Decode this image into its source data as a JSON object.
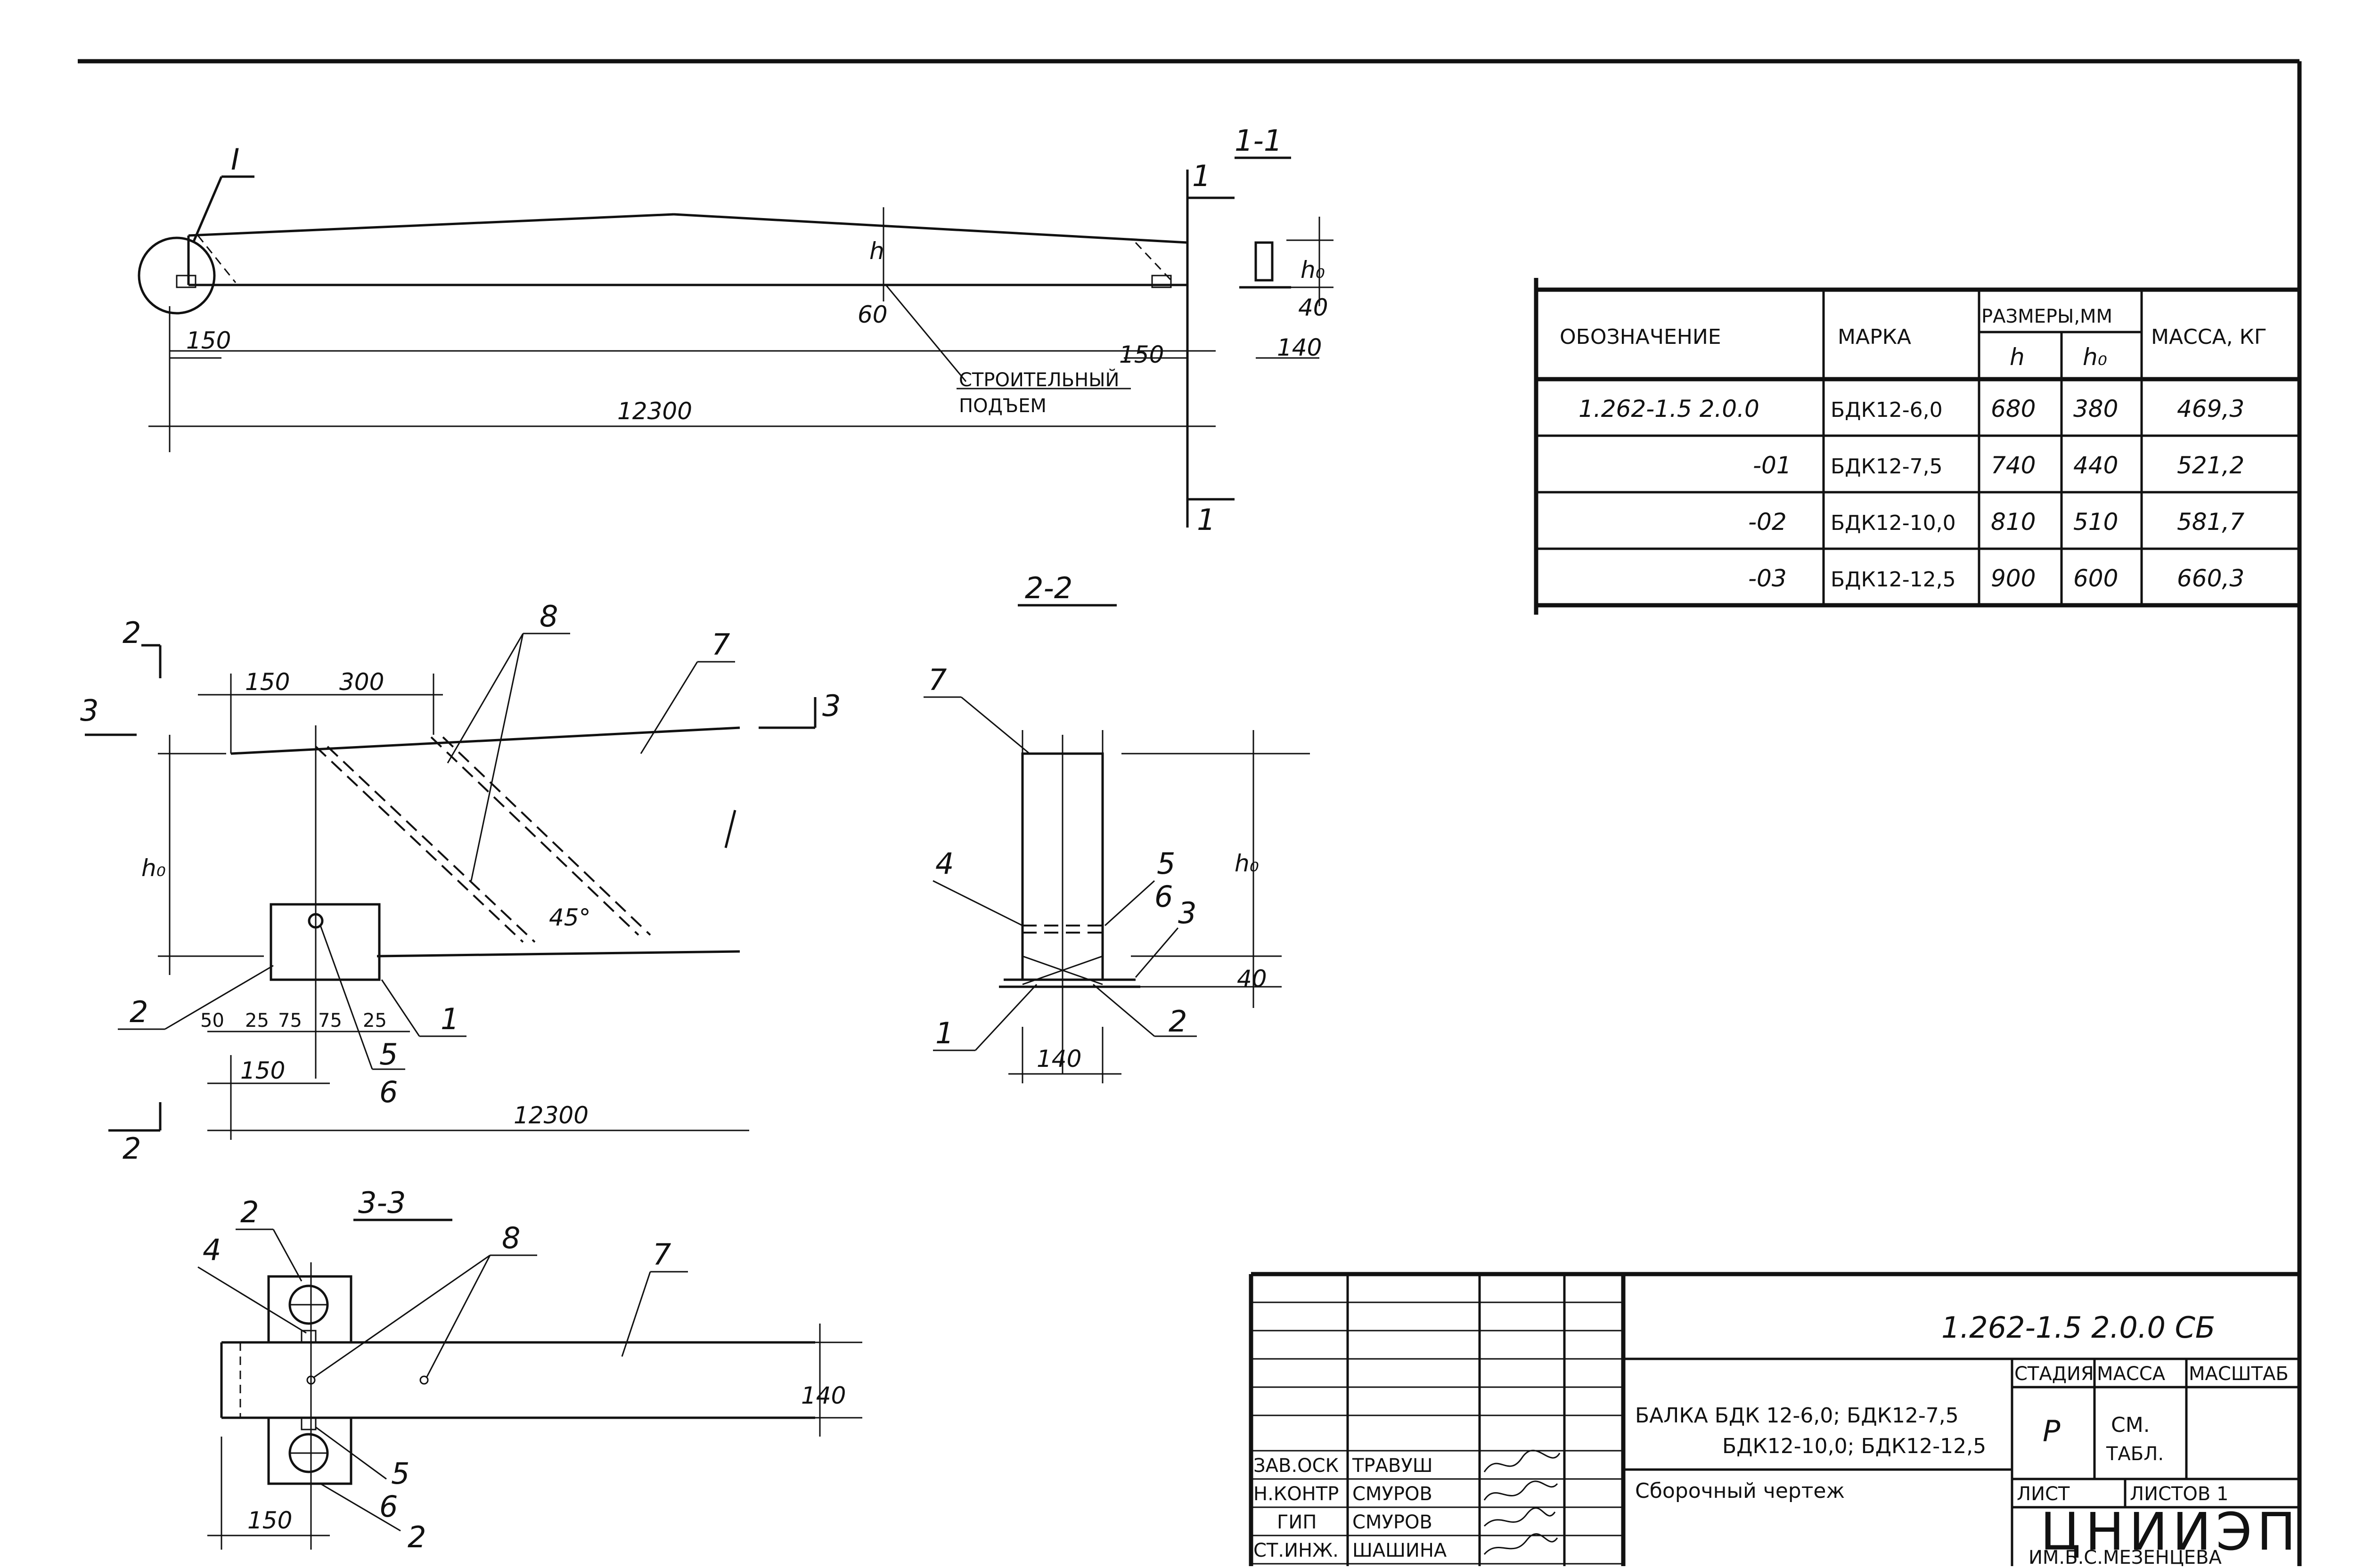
{
  "view_1_1": {
    "callout_I": "I",
    "section_label": "1-1",
    "dim_150_left": "150",
    "dim_150_right": "150",
    "dim_length": "12300",
    "dim_h": "h",
    "dim_60": "60",
    "note_line1": "СТРОИТЕЛЬНЫЙ",
    "note_line2": "ПОДЪЕМ",
    "cut_mark": "1",
    "sec_dim_ho": "h₀",
    "sec_dim_40": "40",
    "sec_dim_140": "140"
  },
  "view_2_2_side": {
    "cut_2": "2",
    "cut_3": "3",
    "dim_150": "150",
    "dim_300": "300",
    "dim_ho": "h₀",
    "angle": "45°",
    "dims_bottom": [
      "50",
      "25",
      "75",
      "75",
      "25"
    ],
    "dim_150_lower": "150",
    "dim_12300": "12300",
    "pos_8": "8",
    "pos_7": "7",
    "pos_1": "1",
    "pos_2": "2",
    "pos_5": "5",
    "pos_6": "6"
  },
  "view_2_2_section": {
    "title": "2-2",
    "pos_7": "7",
    "pos_4": "4",
    "pos_5": "5",
    "pos_6": "6",
    "pos_3": "3",
    "pos_1": "1",
    "pos_2": "2",
    "dim_ho": "h₀",
    "dim_40": "40",
    "dim_140": "140"
  },
  "view_3_3": {
    "title": "3-3",
    "pos_2_top": "2",
    "pos_4": "4",
    "pos_8": "8",
    "pos_7": "7",
    "pos_5": "5",
    "pos_6": "6",
    "pos_2_bottom": "2",
    "dim_140": "140",
    "dim_150": "150"
  },
  "spec_table": {
    "headers": {
      "designation": "ОБОЗНАЧЕНИЕ",
      "mark": "МАРКА",
      "sizes": "РАЗМЕРЫ,ММ",
      "h": "h",
      "ho": "h₀",
      "mass": "МАССА, КГ"
    },
    "rows": [
      {
        "designation": "1.262-1.5 2.0.0",
        "mark": "БДК12-6,0",
        "h": "680",
        "ho": "380",
        "mass": "469,3"
      },
      {
        "designation": "-01",
        "mark": "БДК12-7,5",
        "h": "740",
        "ho": "440",
        "mass": "521,2"
      },
      {
        "designation": "-02",
        "mark": "БДК12-10,0",
        "h": "810",
        "ho": "510",
        "mass": "581,7"
      },
      {
        "designation": "-03",
        "mark": "БДК12-12,5",
        "h": "900",
        "ho": "600",
        "mass": "660,3"
      }
    ]
  },
  "title_block": {
    "code": "1.262-1.5 2.0.0 СБ",
    "name_line1": "БАЛКА БДК 12-6,0; БДК12-7,5",
    "name_line2": "БДК12-10,0; БДК12-12,5",
    "doc_type": "Сборочный чертеж",
    "stage_label": "СТАДИЯ",
    "mass_label": "МАССА",
    "scale_label": "МАСШТАБ",
    "stage": "Р",
    "mass_line1": "СМ.",
    "mass_line2": "ТАБЛ.",
    "sheet_label": "ЛИСТ",
    "sheets_label": "ЛИСТОВ 1",
    "org_name": "ЦНИИЭП",
    "org_sub": "ИМ.Б.С.МЕЗЕНЦЕВА",
    "staff": [
      {
        "role": "ЗАВ.ОСК",
        "name": "ТРАВУШ"
      },
      {
        "role": "Н.КОНТР",
        "name": "СМУРОВ"
      },
      {
        "role": "ГИП",
        "name": "СМУРОВ"
      },
      {
        "role": "СТ.ИНЖ.",
        "name": "ШАШИНА"
      }
    ]
  }
}
